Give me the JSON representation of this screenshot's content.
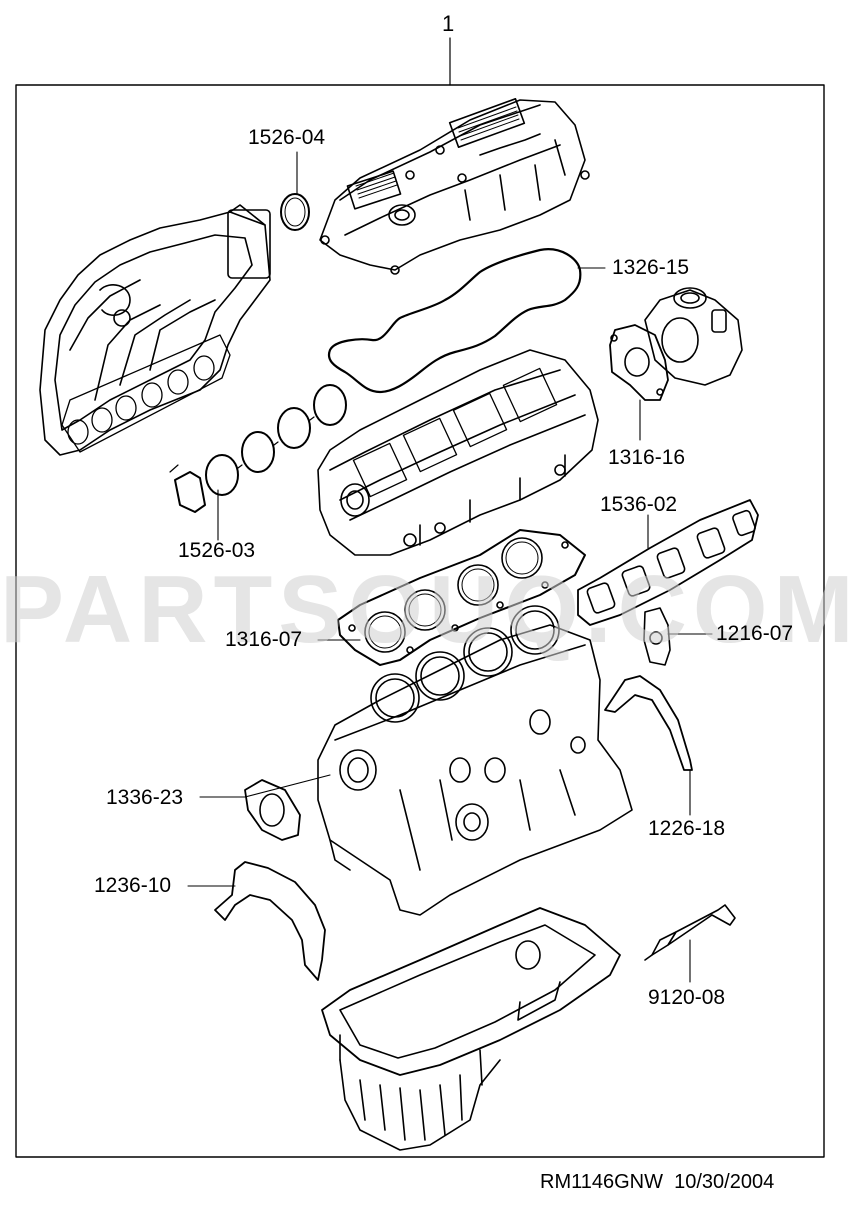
{
  "diagram": {
    "assembly_number": "1",
    "parts": [
      {
        "id": "1526-04"
      },
      {
        "id": "1326-15"
      },
      {
        "id": "1316-16"
      },
      {
        "id": "1526-03"
      },
      {
        "id": "1536-02"
      },
      {
        "id": "1316-07"
      },
      {
        "id": "1216-07"
      },
      {
        "id": "1336-23"
      },
      {
        "id": "1226-18"
      },
      {
        "id": "1236-10"
      },
      {
        "id": "9120-08"
      }
    ],
    "watermark": "PARTSOUQ.COM",
    "footer": {
      "drawing_code": "RM1146GNW",
      "date": "10/30/2004"
    }
  },
  "colors": {
    "line": "#000000",
    "watermark": "#d0d0d0",
    "background": "#ffffff"
  }
}
